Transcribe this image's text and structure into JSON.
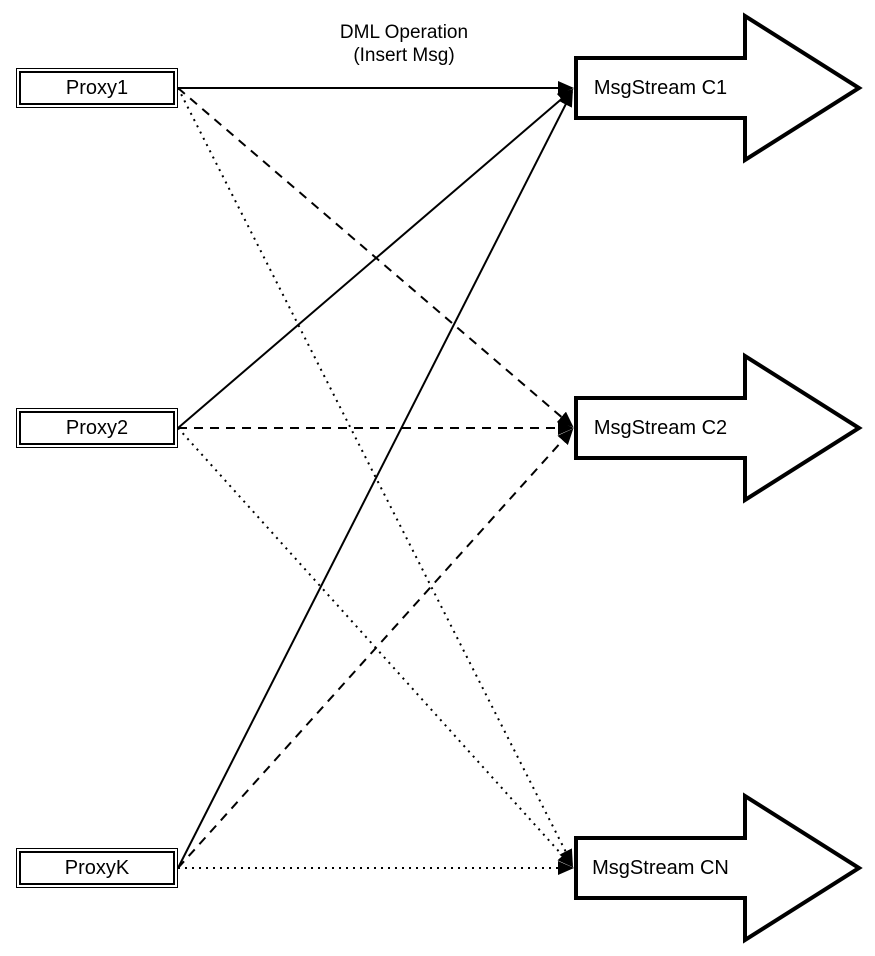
{
  "diagram": {
    "title_annotation": {
      "line1": "DML Operation",
      "line2": "(Insert Msg)"
    },
    "proxies": [
      {
        "label": "Proxy1"
      },
      {
        "label": "Proxy2"
      },
      {
        "label": "ProxyK"
      }
    ],
    "streams": [
      {
        "label": "MsgStream C1"
      },
      {
        "label": "MsgStream C2"
      },
      {
        "label": "MsgStream CN"
      }
    ],
    "edges": [
      {
        "from": "Proxy1",
        "to": "MsgStream C1",
        "style": "solid"
      },
      {
        "from": "Proxy1",
        "to": "MsgStream C2",
        "style": "dashed"
      },
      {
        "from": "Proxy1",
        "to": "MsgStream CN",
        "style": "dotted"
      },
      {
        "from": "Proxy2",
        "to": "MsgStream C1",
        "style": "solid"
      },
      {
        "from": "Proxy2",
        "to": "MsgStream C2",
        "style": "dashed"
      },
      {
        "from": "Proxy2",
        "to": "MsgStream CN",
        "style": "dotted"
      },
      {
        "from": "ProxyK",
        "to": "MsgStream C1",
        "style": "solid"
      },
      {
        "from": "ProxyK",
        "to": "MsgStream C2",
        "style": "dashed"
      },
      {
        "from": "ProxyK",
        "to": "MsgStream CN",
        "style": "dotted"
      }
    ],
    "colors": {
      "stroke": "#000000",
      "fill": "#ffffff",
      "background": "#ffffff"
    }
  }
}
